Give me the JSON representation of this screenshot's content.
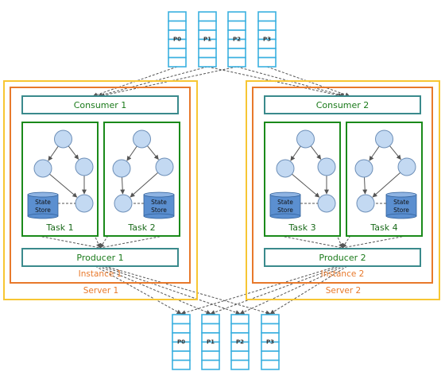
{
  "colors": {
    "server": "#f7c633",
    "instance": "#e8792b",
    "kafka_box": "#3a8a8c",
    "task": "#1a8a1a",
    "node_fill": "#c3d9f2",
    "node_stroke": "#6d8fb8",
    "partition": "#3ab0e0",
    "store_fill": "#5b8fd0",
    "arrow": "#555555"
  },
  "input_partitions": [
    "P0",
    "P1",
    "P2",
    "P3"
  ],
  "output_partitions": [
    "P0",
    "P1",
    "P2",
    "P3"
  ],
  "servers": [
    {
      "label": "Server 1",
      "instance_label": "Instance 1",
      "consumer_label": "Consumer 1",
      "producer_label": "Producer 1",
      "tasks": [
        {
          "label": "Task 1",
          "state_store": "State\nStore",
          "store_side": "left"
        },
        {
          "label": "Task 2",
          "state_store": "State\nStore",
          "store_side": "right"
        }
      ]
    },
    {
      "label": "Server 2",
      "instance_label": "Instance 2",
      "consumer_label": "Consumer 2",
      "producer_label": "Producer 2",
      "tasks": [
        {
          "label": "Task 3",
          "state_store": "State\nStore",
          "store_side": "left"
        },
        {
          "label": "Task 4",
          "state_store": "State\nStore",
          "store_side": "right"
        }
      ]
    }
  ]
}
